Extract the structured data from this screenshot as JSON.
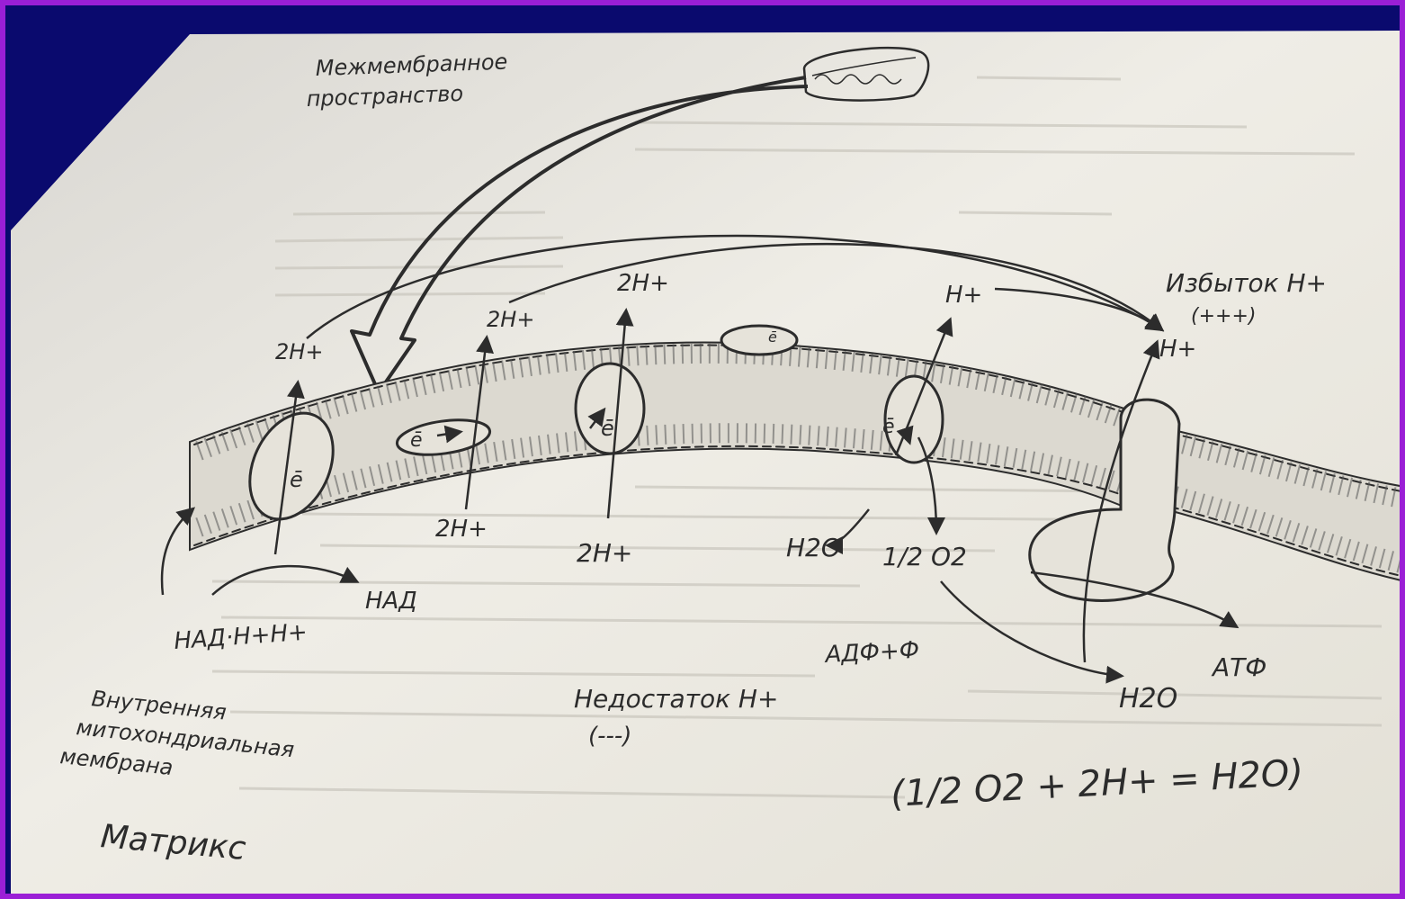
{
  "labels": {
    "intermembrane_space": [
      "Межмембранное",
      "пространство"
    ],
    "excess": "Избыток H+",
    "excess_sign": "(+++)",
    "deficit": "Недостаток H+",
    "deficit_sign": "(---)",
    "inner_membrane": [
      "Внутренняя",
      "митохондриальная",
      "мембрана"
    ],
    "matrix": "Матрикс",
    "nadh": "НАД·H+H+",
    "nad": "НАД",
    "adp": "АДФ+Ф",
    "atp": "АТФ",
    "water_out": "H2O",
    "water_in": "H2O",
    "half_o2": "1/2 O2",
    "equation": "(1/2 O2 + 2H+ = H2O)"
  },
  "protons": {
    "top": [
      "2H+",
      "2H+",
      "2H+",
      "H+",
      "H+"
    ],
    "bottom": [
      "2H+",
      "2H+"
    ]
  },
  "electron_label": "ē",
  "colors": {
    "frame": "#9b1fd6",
    "background": "#0a0a6e",
    "paper": "#ece9e1",
    "pencil": "#2c2c2c"
  }
}
